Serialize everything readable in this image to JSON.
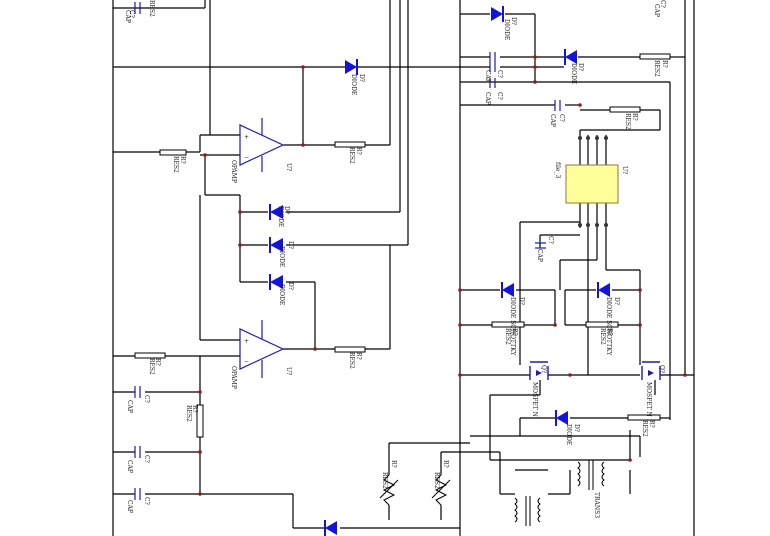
{
  "labels": {
    "cap": "CAP",
    "cap_c": "C?",
    "res": "RES2",
    "r": "R?",
    "d": "D?",
    "diode": "DIODE",
    "diode_schottky": "DIODE SCHOTTKY",
    "u": "U?",
    "opamp": "OPAMP",
    "q": "Q?",
    "mosfet": "MOSFET N",
    "ic_part": "file_3",
    "trans": "TRANS3"
  },
  "colors": {
    "wire": "#000000",
    "component_blue": "#1414d8",
    "junction": "#8b1c1c",
    "ic_fill": "#ffff99",
    "background": "#ffffff"
  }
}
